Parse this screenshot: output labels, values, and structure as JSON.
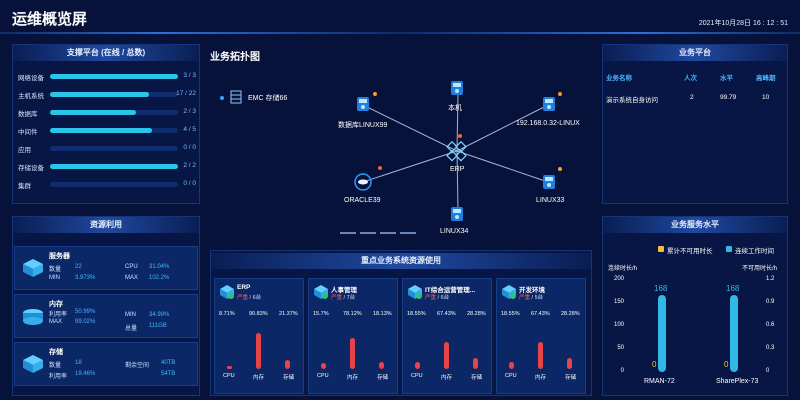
{
  "header": {
    "title": "运维概览屏",
    "datetime": "2021年10月28日 16 : 12 : 51"
  },
  "support": {
    "title": "支撑平台 (在线 / 总数)",
    "rows": [
      {
        "label": "网络设备",
        "value": "3 / 3",
        "ratio": 1.0
      },
      {
        "label": "主机系统",
        "value": "17 / 22",
        "ratio": 0.77
      },
      {
        "label": "数据库",
        "value": "2 / 3",
        "ratio": 0.67
      },
      {
        "label": "中间件",
        "value": "4 / 5",
        "ratio": 0.8
      },
      {
        "label": "应用",
        "value": "0 / 0",
        "ratio": 0
      },
      {
        "label": "存储设备",
        "value": "2 / 2",
        "ratio": 1.0
      },
      {
        "label": "集群",
        "value": "0 / 0",
        "ratio": 0
      }
    ]
  },
  "resource": {
    "title": "资源利用",
    "server": {
      "name": "服务器",
      "count_k": "数量",
      "count_v": "22",
      "cpu_k": "CPU",
      "cpu_v": "31.04%",
      "min_k": "MIN",
      "min_v": "3.973%",
      "max_k": "MAX",
      "max_v": "102.2%"
    },
    "memory": {
      "name": "内存",
      "use_k": "利用率",
      "use_v": "50.99%",
      "max_k": "MAX",
      "max_v": "99.02%",
      "min_k": "MIN",
      "min_v": "34.99%",
      "total_k": "总量",
      "total_v": "111GB"
    },
    "storage": {
      "name": "存储",
      "count_k": "数量",
      "count_v": "18",
      "use_k": "利用率",
      "use_v": "19.46%",
      "free_k": "剩余空间",
      "free_v": "40TB",
      "total_v": "54TB"
    }
  },
  "topology": {
    "title": "业务拓扑图",
    "legend": "EMC 存储66",
    "center": "ERP",
    "nodes": {
      "db": "数据库LINUX99",
      "local": "本机",
      "ip": "192.168.0.32-LINUX",
      "oracle": "ORACLE39",
      "linux33": "LINUX33",
      "linux34": "LINUX34"
    }
  },
  "keybiz": {
    "title": "重点业务系统资源使用",
    "axis": [
      "CPU",
      "内存",
      "存储"
    ],
    "cards": [
      {
        "name": "ERP",
        "sub_label": "严重",
        "sub_value": "/ 6台",
        "pcts": [
          "8.71%",
          "90.83%",
          "21.37%"
        ],
        "values": [
          8.71,
          90.83,
          21.37
        ]
      },
      {
        "name": "人事管理",
        "sub_label": "严重",
        "sub_value": "/ 7台",
        "pcts": [
          "15.7%",
          "78.12%",
          "18.13%"
        ],
        "values": [
          15.7,
          78.12,
          18.13
        ]
      },
      {
        "name": "IT综合运营管理...",
        "sub_label": "严重",
        "sub_value": "/ 6台",
        "pcts": [
          "18.55%",
          "67.43%",
          "28.28%"
        ],
        "values": [
          18.55,
          67.43,
          28.28
        ]
      },
      {
        "name": "开发环境",
        "sub_label": "严重",
        "sub_value": "/ 5台",
        "pcts": [
          "18.55%",
          "67.43%",
          "28.28%"
        ],
        "values": [
          18.55,
          67.43,
          28.28
        ]
      }
    ]
  },
  "bizplatform": {
    "title": "业务平台",
    "headers": [
      "业务名称",
      "人次",
      "水平",
      "高峰期"
    ],
    "rows": [
      [
        "演示系统自身访问",
        "2",
        "99.79",
        "10"
      ]
    ]
  },
  "service": {
    "title": "业务服务水平",
    "legend_unavail": "累计不可用时长",
    "legend_work": "连续工作时间",
    "left_axis_label": "连续时长/h",
    "right_axis_label": "不可用时长/h",
    "left_ticks": [
      "200",
      "150",
      "100",
      "50",
      "0"
    ],
    "right_ticks": [
      "1.2",
      "0.9",
      "0.6",
      "0.3",
      "0"
    ],
    "bars": [
      {
        "name": "RMAN-72",
        "work": 168,
        "unavail": 0,
        "work_label": "168",
        "unavail_label": "0"
      },
      {
        "name": "SharePlex-73",
        "work": 168,
        "unavail": 0,
        "work_label": "168",
        "unavail_label": "0"
      }
    ],
    "colors": {
      "unavail": "#f2c234",
      "work": "#2fb8e8"
    }
  }
}
